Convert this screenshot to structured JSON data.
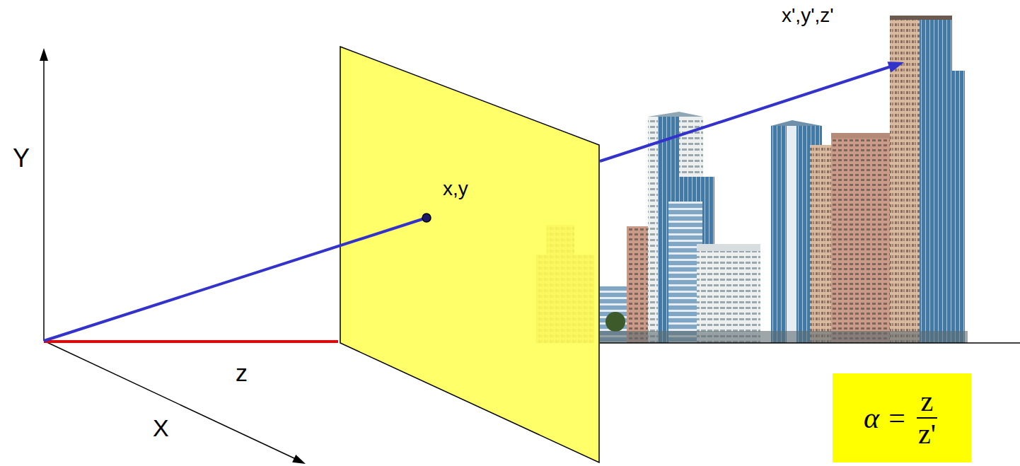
{
  "diagram": {
    "nodes": [
      {
        "text": [
          "x,y"
        ]
      },
      {
        "text": [
          "α =",
          "z",
          "z'"
        ]
      }
    ],
    "labels": [
      "Y",
      "X",
      "z",
      "x',y',z'"
    ]
  }
}
